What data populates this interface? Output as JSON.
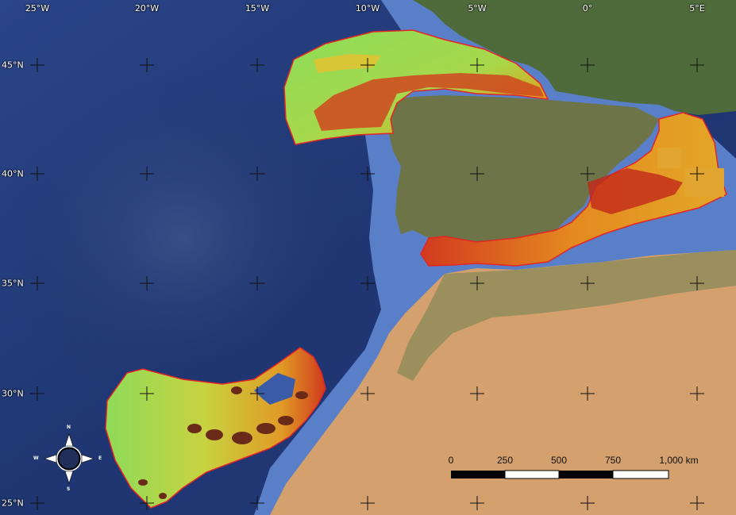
{
  "longitude_labels": [
    "25°W",
    "20°W",
    "15°W",
    "10°W",
    "5°W",
    "0°",
    "5°E"
  ],
  "latitude_labels": [
    "45°N",
    "40°N",
    "35°N",
    "30°N",
    "25°N"
  ],
  "scale_bar": {
    "ticks": [
      "0",
      "250",
      "500",
      "750",
      "1,000 km"
    ]
  },
  "compass": {
    "north": "N",
    "south": "S",
    "east": "E",
    "west": "W"
  },
  "colors": {
    "ocean_deep": "#223a78",
    "ocean_shelf": "#5a7fc9",
    "land_vegetation": "#55703f",
    "land_desert": "#d6a26d",
    "survey_outline": "#e32626",
    "bathymetry_low": "#7ed957",
    "bathymetry_mid": "#e0b020",
    "bathymetry_high": "#c22a14"
  }
}
